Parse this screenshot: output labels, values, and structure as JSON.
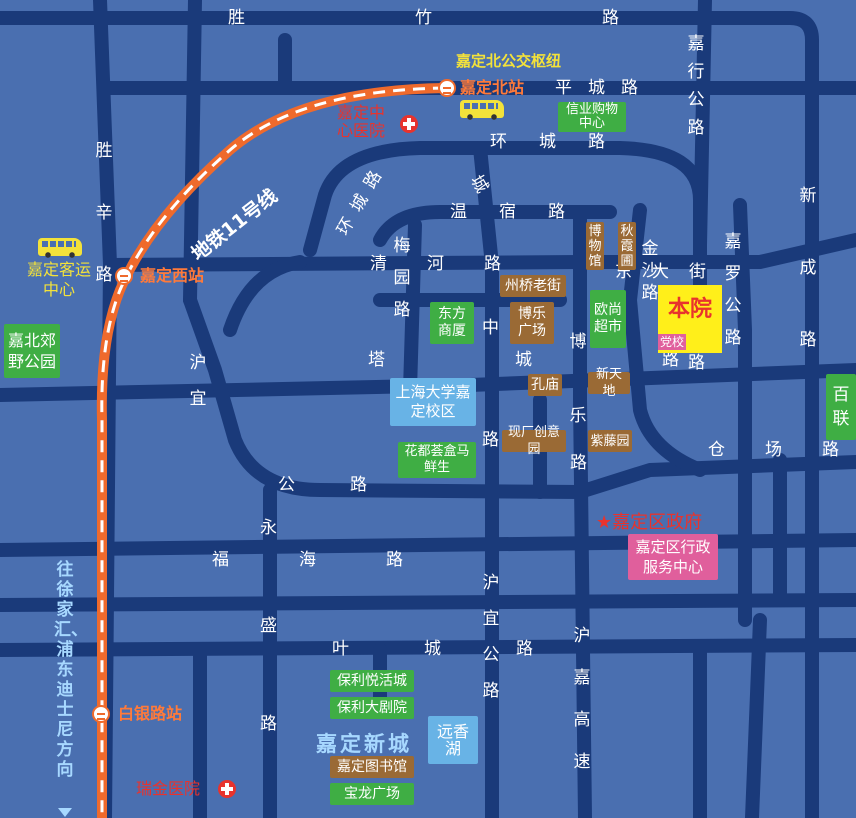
{
  "colors": {
    "block": "#4a6fb0",
    "road": "#1a3a7a",
    "metro": "#ef6a2c",
    "hospital": "#e8332d",
    "poi_green": "#3fae44",
    "poi_brown": "#9a6a35",
    "poi_lightblue": "#68b3e6",
    "poi_pink": "#e05f9c",
    "highlight": "#ffef1a"
  },
  "roads": {
    "shengzhu": "胜竹路",
    "pingcheng": "平城路",
    "huancheng_n": "环城路",
    "huancheng_nw": "环城路",
    "chengzhong_n": "城",
    "wensu": "温宿路",
    "qinghe": "清河路",
    "dongdajie": "东大街",
    "jinsha": "金沙路",
    "tacheng": "塔城路",
    "tacheng_road_char": "路",
    "huyi_w": "沪宜",
    "gongl": "公路",
    "cangchang": "仓场路",
    "fuhai": "福海路",
    "yecheng": "叶城路",
    "shengxin": "胜辛路",
    "jiaxing": "嘉行公路",
    "xincheng": "新成路",
    "jialuo": "嘉罗公路",
    "meiyuan": "梅园路",
    "chengzhong": "中",
    "chengzhong_road": "路",
    "bole": "博乐",
    "bole_road": "路",
    "yongsheng": "永盛路",
    "yongsheng_sheng": "盛",
    "yongsheng_road": "路",
    "huyi_s": "沪宜公路",
    "hujia": "沪嘉高速"
  },
  "metro": {
    "line_name": "地铁11号线",
    "stations": {
      "jiadingbei": "嘉定北站",
      "jiadingxi": "嘉定西站",
      "baiyinlu": "白银路站"
    },
    "direction": "往徐家汇、浦东迪士尼方向"
  },
  "transport": {
    "bus_hub_north": "嘉定北公交枢纽",
    "coach_station": "嘉定客运中心"
  },
  "hospitals": {
    "central": "嘉定中心医院",
    "ruijin": "瑞金医院"
  },
  "pois": {
    "xinye": "信业购物中心",
    "museum": "博物馆",
    "qiuxia": "秋霞圃",
    "zhouqiao": "州桥老街",
    "dongfang": "东方商厦",
    "bole_square": "博乐广场",
    "ouyang": "欧尚超市",
    "ourplace": "本院",
    "party_school": "党校",
    "shanghai_univ": "上海大学嘉定校区",
    "kongmiao": "孔庙",
    "xintiandi": "新天地",
    "huadu": "花都荟盒马鲜生",
    "xianchang": "现厂创意园",
    "ziteng": "紫藤园",
    "jiabei_park": "嘉北郊野公园",
    "bailian": "百联",
    "district_gov": "★嘉定区政府",
    "admin_center": "嘉定区行政服务中心",
    "poly_life": "保利悦活城",
    "poly_theatre": "保利大剧院",
    "new_city": "嘉定新城",
    "yuanxiang": "远香湖",
    "library": "嘉定图书馆",
    "baolong": "宝龙广场"
  }
}
